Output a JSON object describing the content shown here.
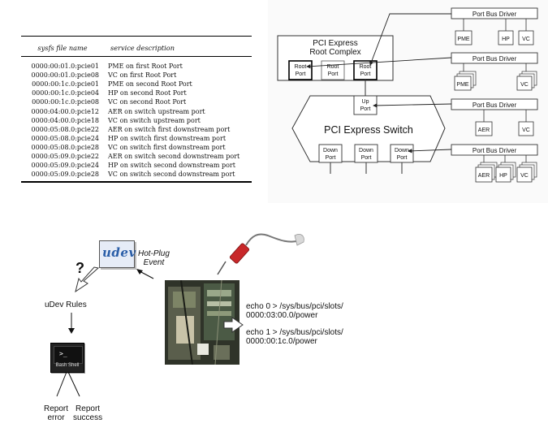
{
  "sysfs_table": {
    "header": {
      "file_name": "sysfs file name",
      "service_description": "service description"
    },
    "rows": [
      {
        "file": "0000:00:01.0:pcie01",
        "desc": "PME on first Root Port"
      },
      {
        "file": "0000:00:01.0:pcie08",
        "desc": "VC on first Root Port"
      },
      {
        "file": "0000:00:1c.0:pcie01",
        "desc": "PME on second Root Port"
      },
      {
        "file": "0000:00:1c.0:pcie04",
        "desc": "HP on second Root Port"
      },
      {
        "file": "0000:00:1c.0:pcie08",
        "desc": "VC on second Root Port"
      },
      {
        "file": "0000:04:00.0:pcie12",
        "desc": "AER on switch upstream port"
      },
      {
        "file": "0000:04:00.0:pcie18",
        "desc": "VC on switch upstream port"
      },
      {
        "file": "0000:05:08.0:pcie22",
        "desc": "AER on switch first downstream port"
      },
      {
        "file": "0000:05:08.0:pcie24",
        "desc": "HP on switch first downstream port"
      },
      {
        "file": "0000:05:08.0:pcie28",
        "desc": "VC on switch first downstream port"
      },
      {
        "file": "0000:05:09.0:pcie22",
        "desc": "AER on switch second downstream port"
      },
      {
        "file": "0000:05:09.0:pcie24",
        "desc": "HP on switch second downstream port"
      },
      {
        "file": "0000:05:09.0:pcie28",
        "desc": "VC on switch second downstream port"
      }
    ]
  },
  "pcie_diagram": {
    "root_complex_title": [
      "PCI Express",
      "Root Complex"
    ],
    "root_ports": [
      [
        "Root",
        "Port"
      ],
      [
        "Root",
        "Port"
      ],
      [
        "Root",
        "Port"
      ]
    ],
    "switch_title": "PCI Express Switch",
    "up_port": [
      "Up",
      "Port"
    ],
    "down_ports": [
      [
        "Down",
        "Port"
      ],
      [
        "Down",
        "Port"
      ],
      [
        "Down",
        "Port"
      ]
    ],
    "drivers": [
      {
        "label": "Port Bus Driver",
        "services": [
          "PME",
          "HP",
          "VC"
        ]
      },
      {
        "label": "Port Bus Driver",
        "services": [
          "PME",
          "VC"
        ]
      },
      {
        "label": "Port Bus Driver",
        "services": [
          "AER",
          "VC"
        ]
      },
      {
        "label": "Port Bus Driver",
        "services": [
          "AER",
          "HP",
          "VC"
        ]
      }
    ]
  },
  "hotplug_flow": {
    "udev_logo": "udev",
    "event_label": [
      "Hot-Plug",
      "Event"
    ],
    "question_mark": "?",
    "rules_label": "uDev Rules",
    "bash_prompt": ">_",
    "bash_label": "Bash Shell",
    "outcomes": [
      [
        "Report",
        "error"
      ],
      [
        "Report",
        "success"
      ]
    ],
    "commands": [
      [
        "echo 0 > /sys/bus/pci/slots/",
        "0000:03:00.0/power"
      ],
      [
        "echo 1 > /sys/bus/pci/slots/",
        "0000:00:1c.0/power"
      ]
    ]
  }
}
